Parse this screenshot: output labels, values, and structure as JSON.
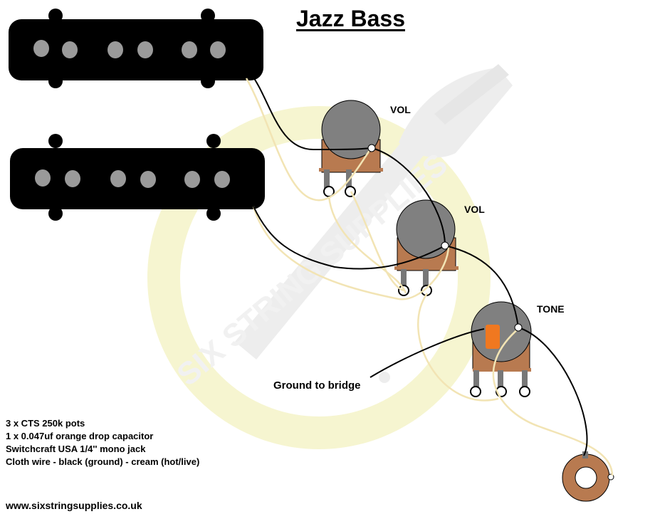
{
  "title": "Jazz Bass",
  "labels": {
    "vol_top": "VOL",
    "vol_bottom": "VOL",
    "tone": "TONE",
    "ground": "Ground to bridge"
  },
  "parts_list": [
    "3 x CTS 250k pots",
    "1 x 0.047uf orange drop capacitor",
    "Switchcraft USA 1/4'' mono jack",
    "Cloth wire - black (ground) - cream (hot/live)"
  ],
  "website": "www.sixstringsupplies.co.uk",
  "watermark_text": "SIX STRING SUPPLIES",
  "colors": {
    "pickup": "#000000",
    "pole_piece": "#9a9a9a",
    "pot_body": "#808080",
    "pot_base": "#b87a50",
    "capacitor": "#f07820",
    "wire_ground": "#000000",
    "wire_hot": "#f2e4b4",
    "watermark": "#f6f4cc"
  }
}
